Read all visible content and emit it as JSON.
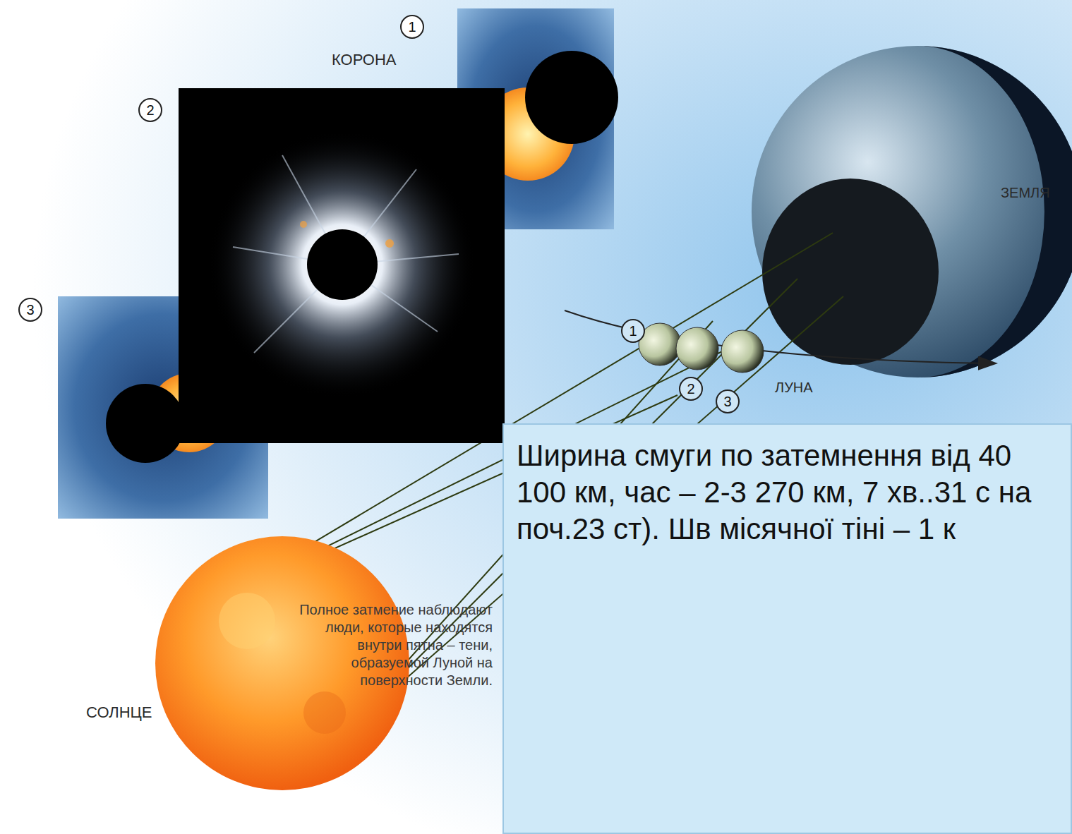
{
  "diagram": {
    "nodes": [
      {
        "text": [
          "Ширина смуги по затемнення від 40 100 км, час – 2-3 270 км, 7 хв..31 с на поч.23 ст). Шв місячної тіні – 1 к"
        ]
      }
    ],
    "labels": [
      "1",
      "КОРОНА",
      "2",
      "3",
      "ЗЕМЛЯ",
      "1",
      "2",
      "3",
      "ЛУНА",
      "СОЛНЦЕ",
      "Полное затмение наблюдают люди, которые находятся внутри пятна – тени, образуемой Луной на поверхности Земли."
    ]
  }
}
